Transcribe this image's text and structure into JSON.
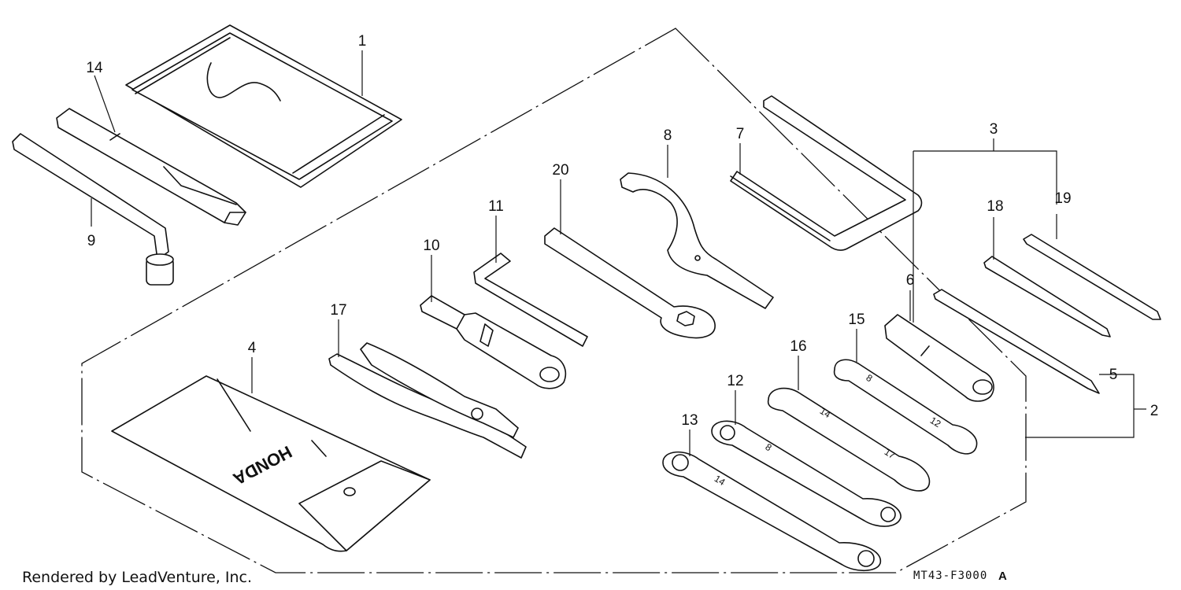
{
  "diagram": {
    "callouts": [
      {
        "id": "1",
        "text": "1"
      },
      {
        "id": "2",
        "text": "2"
      },
      {
        "id": "3",
        "text": "3"
      },
      {
        "id": "4",
        "text": "4"
      },
      {
        "id": "5",
        "text": "5"
      },
      {
        "id": "6",
        "text": "6"
      },
      {
        "id": "7",
        "text": "7"
      },
      {
        "id": "8",
        "text": "8"
      },
      {
        "id": "9",
        "text": "9"
      },
      {
        "id": "10",
        "text": "10"
      },
      {
        "id": "11",
        "text": "11"
      },
      {
        "id": "12",
        "text": "12"
      },
      {
        "id": "13",
        "text": "13"
      },
      {
        "id": "14",
        "text": "14"
      },
      {
        "id": "15",
        "text": "15"
      },
      {
        "id": "16",
        "text": "16"
      },
      {
        "id": "17",
        "text": "17"
      },
      {
        "id": "18",
        "text": "18"
      },
      {
        "id": "19",
        "text": "19"
      },
      {
        "id": "20",
        "text": "20"
      }
    ],
    "tool_bag_brand": "HONDA",
    "wrench_sizes": {
      "wrench_15_a": "8",
      "wrench_15_b": "12",
      "wrench_16_a": "14",
      "wrench_16_b": "17",
      "wrench_12_a": "8",
      "wrench_13_a": "14"
    }
  },
  "footer": {
    "credit": "Rendered by LeadVenture, Inc.",
    "reference_code": "MT43-F3000",
    "reference_suffix": "A"
  }
}
